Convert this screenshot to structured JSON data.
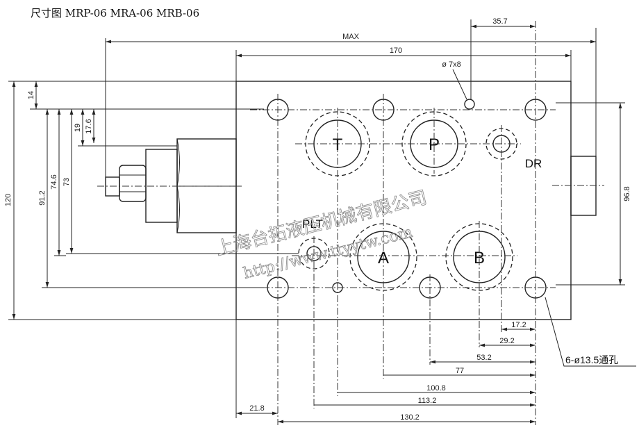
{
  "title": "尺寸图 MRP-06 MRA-06 MRB-06",
  "dimensions": {
    "max": "MAX",
    "width_170": "170",
    "d_35_7": "35.7",
    "hole_small": "ø 7x8",
    "h_120": "120",
    "h_14": "14",
    "h_91_2": "91.2",
    "h_74_6": "74.6",
    "h_73": "73",
    "h_19": "19",
    "h_17_6": "17.6",
    "h_96_8": "96.8",
    "b_17_2": "17.2",
    "b_29_2": "29.2",
    "b_53_2": "53.2",
    "b_77": "77",
    "b_100_8": "100.8",
    "b_113_2": "113.2",
    "b_130_2": "130.2",
    "b_21_8": "21.8",
    "through_holes": "6-ø13.5通孔"
  },
  "ports": {
    "T": "T",
    "P": "P",
    "A": "A",
    "B": "B",
    "DR": "DR",
    "PLT": "PLT"
  },
  "watermark": {
    "company": "上海台拓液压机械有限公司",
    "url": "http://www.ttyytw.com"
  }
}
